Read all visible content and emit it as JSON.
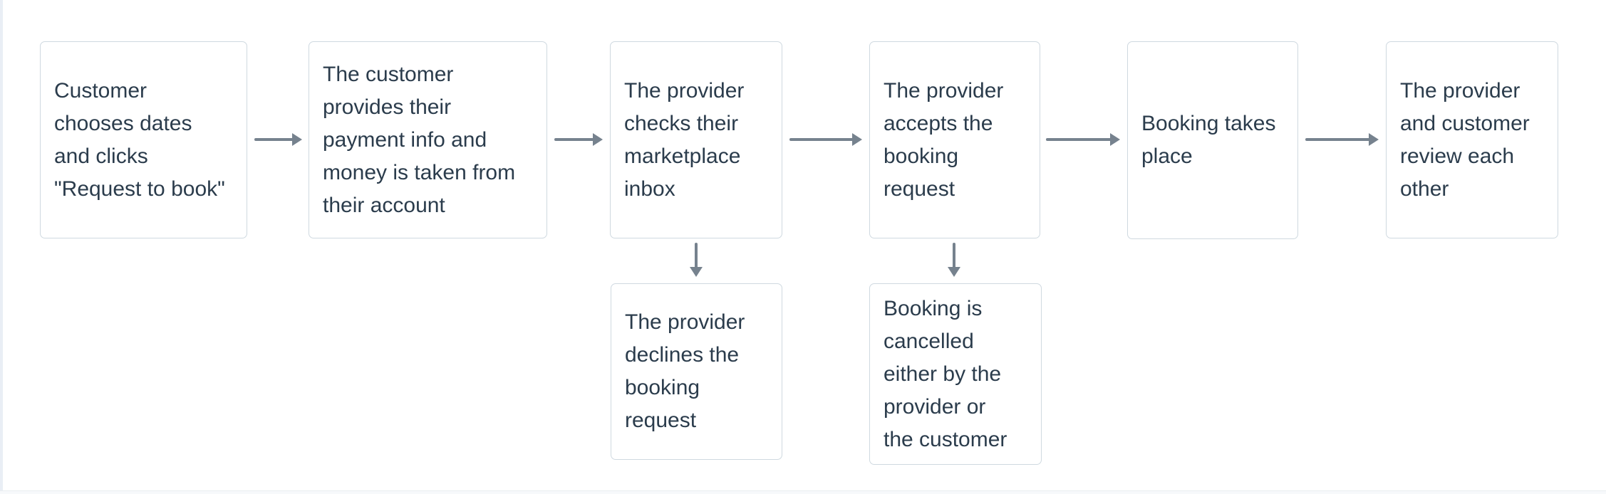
{
  "diagram": {
    "nodes": [
      {
        "id": "customer-requests-booking",
        "label": "Customer\nchooses dates\nand clicks\n\"Request to book\""
      },
      {
        "id": "customer-provides-payment",
        "label": "The customer\nprovides their\npayment info and\nmoney is taken from\ntheir account"
      },
      {
        "id": "provider-checks-inbox",
        "label": "The provider\nchecks their\nmarketplace\ninbox"
      },
      {
        "id": "provider-accepts-request",
        "label": "The provider\naccepts the\nbooking\nrequest"
      },
      {
        "id": "booking-takes-place",
        "label": "Booking takes\nplace"
      },
      {
        "id": "provider-customer-review",
        "label": "The provider\nand customer\nreview each\nother"
      },
      {
        "id": "provider-declines-request",
        "label": "The provider\ndeclines the\nbooking\nrequest"
      },
      {
        "id": "booking-cancelled",
        "label": "Booking is\ncancelled\neither by the\nprovider or\nthe customer"
      }
    ],
    "edges": [
      {
        "from": "customer-requests-booking",
        "to": "customer-provides-payment",
        "direction": "right"
      },
      {
        "from": "customer-provides-payment",
        "to": "provider-checks-inbox",
        "direction": "right"
      },
      {
        "from": "provider-checks-inbox",
        "to": "provider-accepts-request",
        "direction": "right"
      },
      {
        "from": "provider-accepts-request",
        "to": "booking-takes-place",
        "direction": "right"
      },
      {
        "from": "booking-takes-place",
        "to": "provider-customer-review",
        "direction": "right"
      },
      {
        "from": "provider-checks-inbox",
        "to": "provider-declines-request",
        "direction": "down"
      },
      {
        "from": "provider-accepts-request",
        "to": "booking-cancelled",
        "direction": "down"
      }
    ]
  },
  "theme": {
    "text_color": "#2b3c4c",
    "box_border_color": "#cfd9e0",
    "arrow_color": "#76828e",
    "page_background": "#ffffff",
    "edge_strip_color": "#e9eef5",
    "bottom_strip_color": "#f7f9fb"
  }
}
